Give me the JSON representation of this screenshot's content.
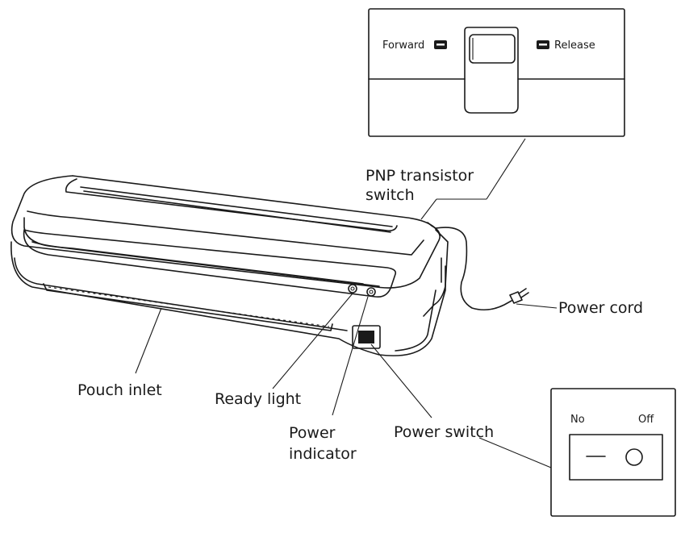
{
  "labels": {
    "pnp_line1": "PNP transistor",
    "pnp_line2": "switch",
    "power_cord": "Power cord",
    "pouch_inlet": "Pouch inlet",
    "ready_light": "Ready light",
    "power_indicator_line1": "Power",
    "power_indicator_line2": "indicator",
    "power_switch": "Power switch"
  },
  "switch_panel": {
    "forward": "Forward",
    "release": "Release"
  },
  "power_panel": {
    "on_label": "No",
    "off_label": "Off"
  }
}
